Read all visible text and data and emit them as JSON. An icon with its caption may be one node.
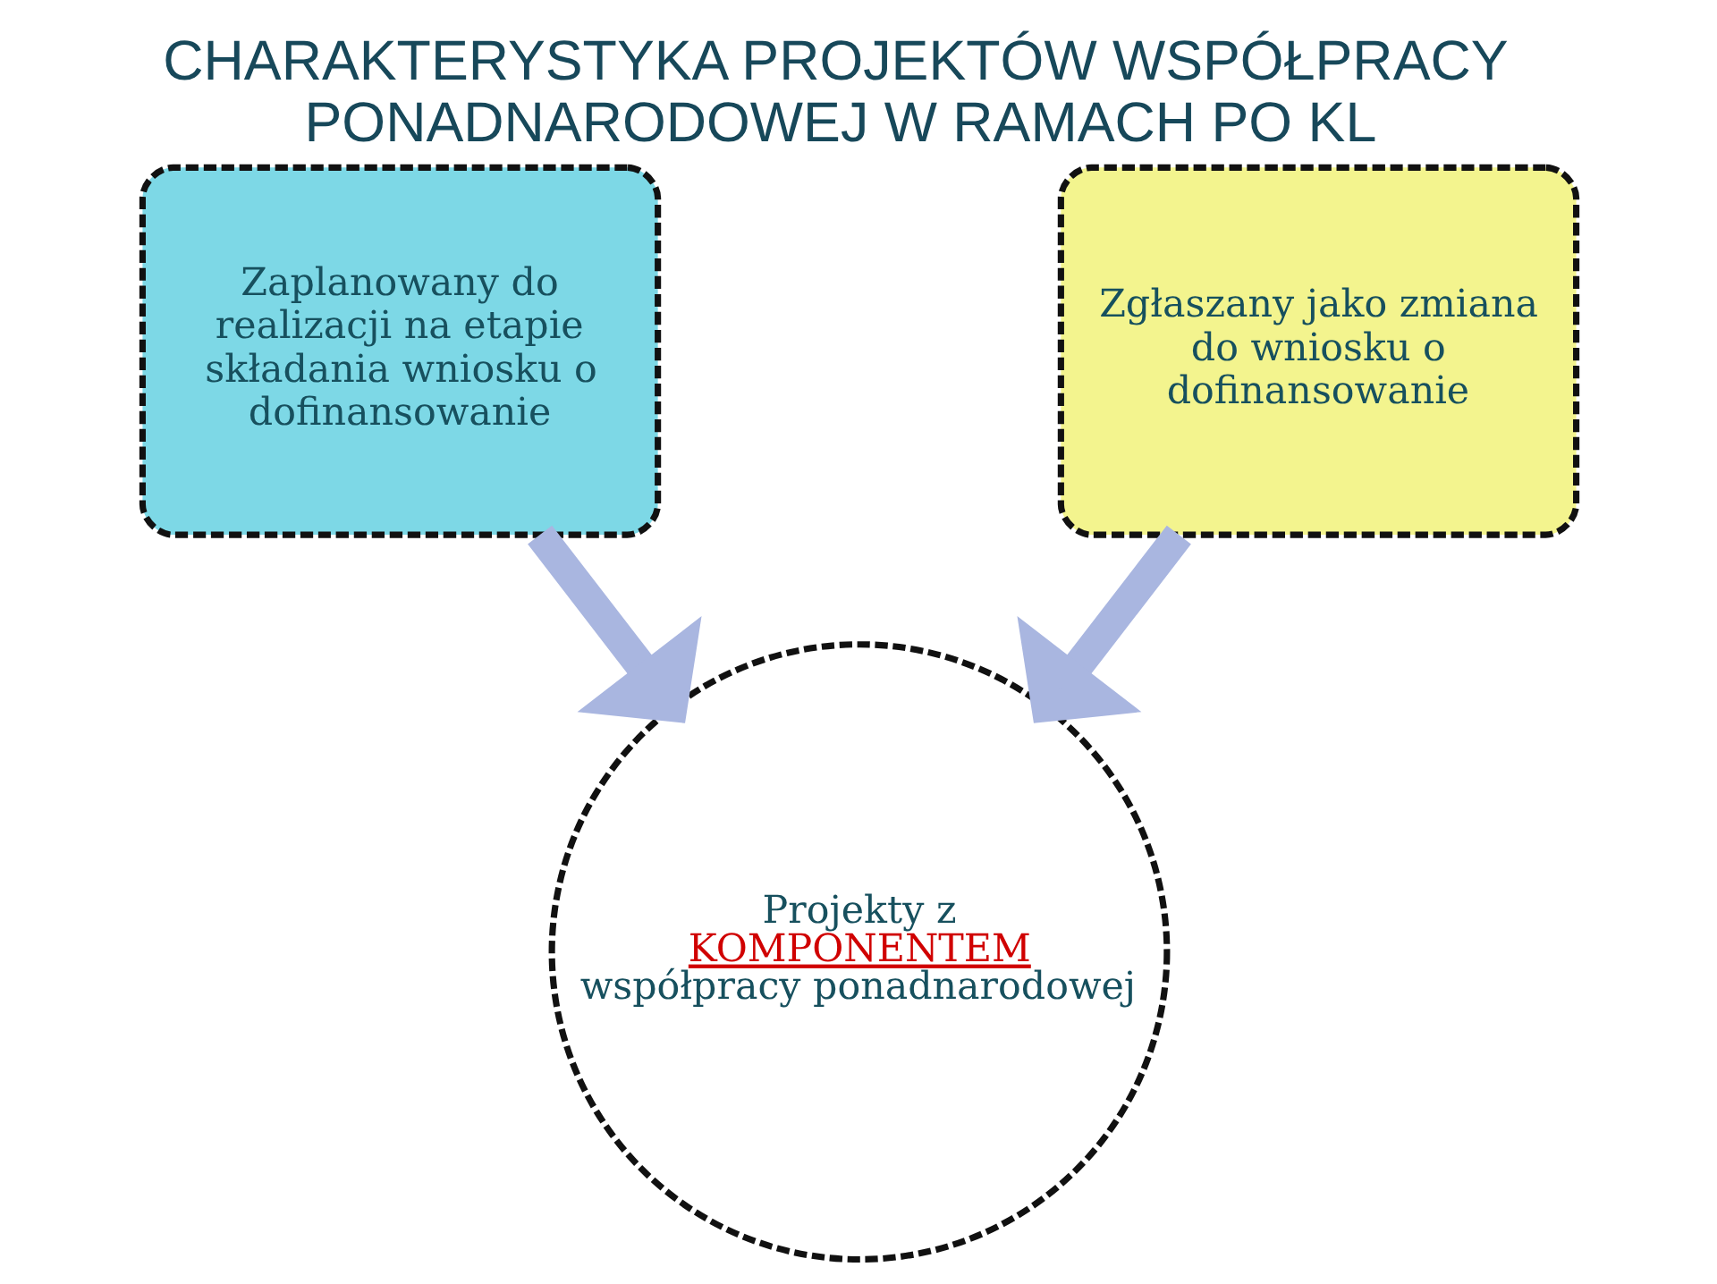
{
  "diagram": {
    "title": "CHARAKTERYSTYKA PROJEKTÓW WSPÓŁPRACY PONADNARODOWEJ W RAMACH PO KL",
    "nodes": [
      {
        "text": [
          "Zaplanowany do realizacji na etapie składania wniosku o dofinansowanie"
        ]
      },
      {
        "text": [
          "Zgłaszany jako zmiana do wniosku o dofinansowanie"
        ]
      },
      {
        "text": [
          "Projekty z",
          "KOMPONENTEM",
          "współpracy ponadnarodowej"
        ]
      }
    ],
    "edges": [
      {
        "from": 0,
        "to": 2,
        "arrow": "to",
        "color": "#a9b6e0"
      },
      {
        "from": 1,
        "to": 2,
        "arrow": "to",
        "color": "#a9b6e0"
      }
    ]
  }
}
